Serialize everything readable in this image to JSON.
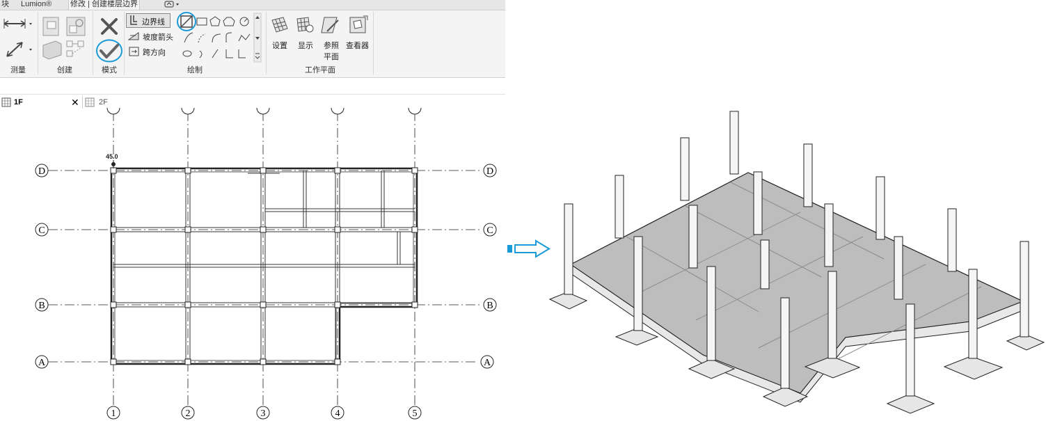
{
  "ribbon": {
    "tabs": [
      {
        "label": "块"
      },
      {
        "label": "Lumion®"
      },
      {
        "label": "修改 | 创建楼层边界"
      }
    ],
    "panels": {
      "measure": "测量",
      "create": "创建",
      "mode": "模式",
      "draw": "绘制",
      "workplane": "工作平面"
    },
    "draw_options": {
      "boundary": "边界线",
      "slope": "坡度箭头",
      "span": "跨方向"
    },
    "workplane_buttons": {
      "set": "设置",
      "show": "显示",
      "ref_line1": "参照",
      "ref_line2": "平面",
      "viewer": "查看器"
    }
  },
  "view_tabs": [
    {
      "label": "1F"
    },
    {
      "label": "2F"
    }
  ],
  "plan": {
    "grid_letters": [
      "D",
      "C",
      "B",
      "A"
    ],
    "grid_numbers": [
      "1",
      "2",
      "3",
      "4",
      "5"
    ],
    "slope_text": "45.0"
  },
  "colors": {
    "highlight": "#1a9ad6",
    "arrow": "#1a9ad6",
    "slab": "#bdbdbd"
  }
}
